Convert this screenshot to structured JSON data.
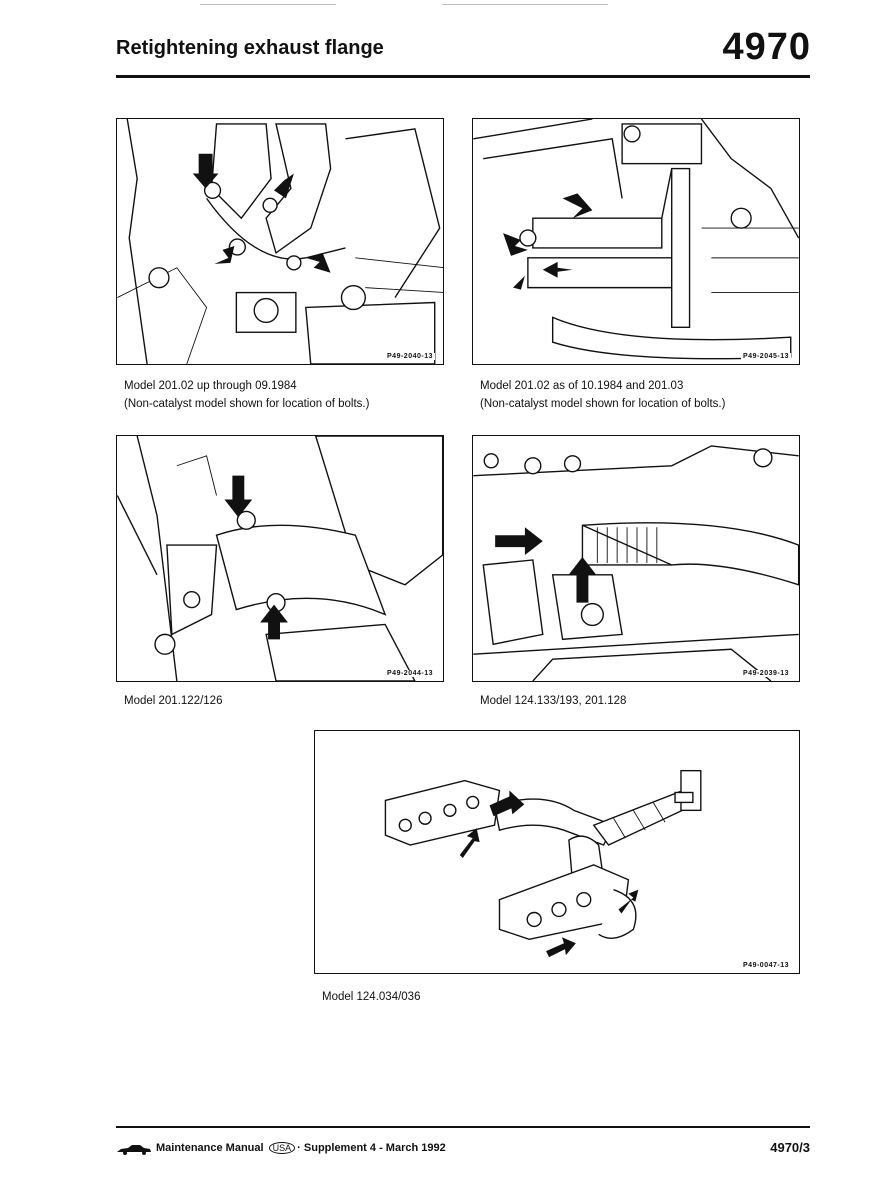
{
  "header": {
    "title": "Retightening exhaust flange",
    "section_number": "4970"
  },
  "figures": [
    {
      "code": "P49-2040-13",
      "caption_lines": [
        "Model 201.02 up through 09.1984",
        "(Non-catalyst model shown for location of bolts.)"
      ]
    },
    {
      "code": "P49-2045-13",
      "caption_lines": [
        "Model 201.02 as of 10.1984 and 201.03",
        "(Non-catalyst model shown for location of bolts.)"
      ]
    },
    {
      "code": "P49-2044-13",
      "caption_lines": [
        "Model 201.122/126"
      ]
    },
    {
      "code": "P49-2039-13",
      "caption_lines": [
        "Model 124.133/193, 201.128"
      ]
    },
    {
      "code": "P49-0047-13",
      "caption_lines": [
        "Model 124.034/036"
      ]
    }
  ],
  "footer": {
    "manual": "Maintenance Manual",
    "region_badge": "USA",
    "separator": "·",
    "supplement": "Supplement 4 -  March 1992",
    "page_number": "4970/3",
    "car_icon": "car-silhouette-icon"
  }
}
